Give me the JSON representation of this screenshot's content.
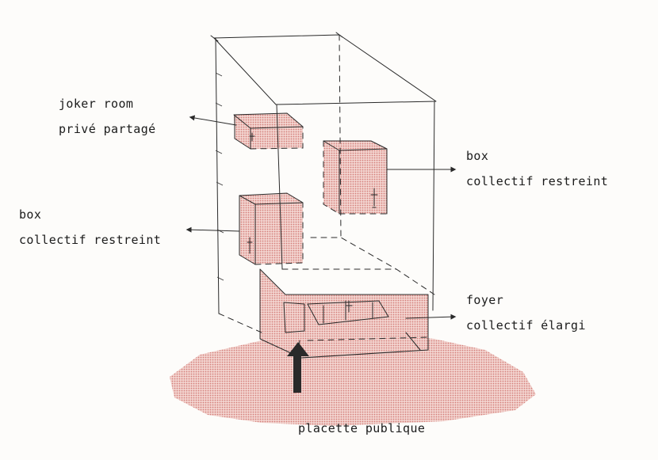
{
  "labels": {
    "joker_room": "joker room",
    "joker_sub": "privé partagé",
    "box_right": "box",
    "box_right_sub": "collectif restreint",
    "box_left": "box",
    "box_left_sub": "collectif restreint",
    "foyer": "foyer",
    "foyer_sub": "collectif élargi",
    "placette": "placette publique"
  },
  "colors": {
    "pink": "#d98a86",
    "pink_light": "#efc9c4",
    "ink": "#2a2a2a"
  }
}
